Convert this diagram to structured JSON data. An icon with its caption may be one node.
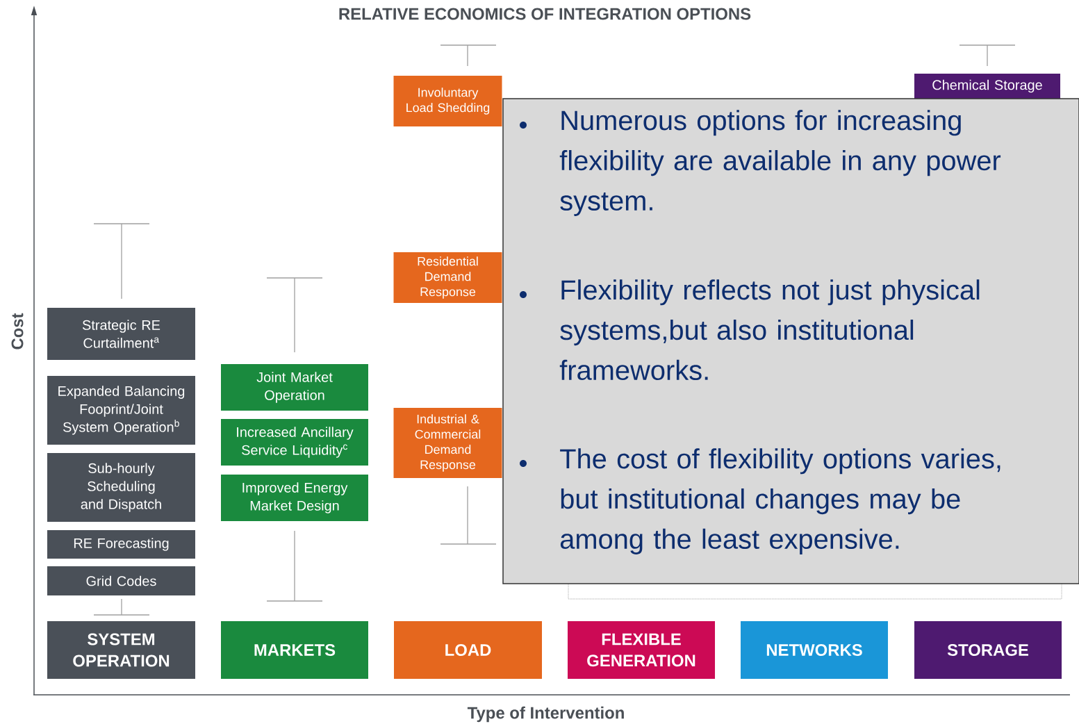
{
  "diagram": {
    "title": "RELATIVE ECONOMICS OF INTEGRATION OPTIONS",
    "nodes": [
      {
        "text": [
          "Strategic RE Curtailment$^{a}$"
        ]
      },
      {
        "text": [
          "Expanded Balancing Fooprint/Joint System Operation$^{b}$"
        ]
      },
      {
        "text": [
          "Sub-hourly Scheduling and Dispatch"
        ]
      },
      {
        "text": [
          "RE Forecasting"
        ]
      },
      {
        "text": [
          "Grid Codes"
        ]
      },
      {
        "text": [
          "Joint Market Operation"
        ]
      },
      {
        "text": [
          "Increased Ancillary Service Liquidity$^{c}$"
        ]
      },
      {
        "text": [
          "Improved Energy Market Design"
        ]
      },
      {
        "text": [
          "Involuntary Load Shedding"
        ]
      },
      {
        "text": [
          "Residential Demand Response"
        ]
      },
      {
        "text": [
          "Industrial & Commercial Demand Response"
        ]
      },
      {
        "text": [
          "Chemical Storage"
        ]
      },
      {
        "text": [
          "Numerous options for increasing flexibility are available in any power system.",
          "Flexibility reflects not just physical systems,but also institutional frameworks.",
          "The cost of flexibility options varies, but institutional changes may be among the least expensive."
        ]
      },
      {
        "text": [
          "SYSTEM OPERATION"
        ]
      },
      {
        "text": [
          "MARKETS"
        ]
      },
      {
        "text": [
          "LOAD"
        ]
      },
      {
        "text": [
          "FLEXIBLE GENERATION"
        ]
      },
      {
        "text": [
          "NETWORKS"
        ]
      },
      {
        "text": [
          "STORAGE"
        ]
      }
    ],
    "labels": [
      "Cost",
      "Type of Intervention"
    ]
  }
}
